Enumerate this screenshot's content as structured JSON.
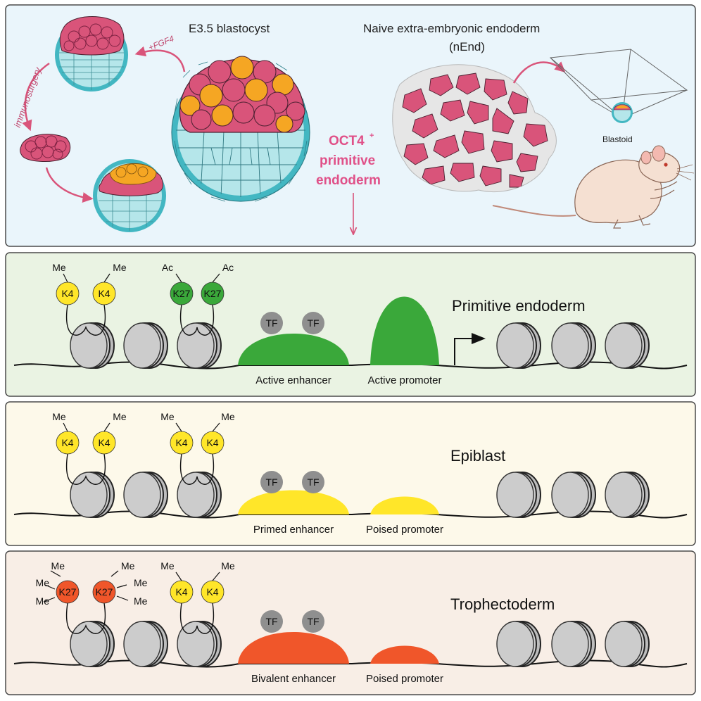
{
  "top": {
    "blastocyst_title": "E3.5 blastocyst",
    "nend_title_line1": "Naive extra-embryonic endoderm",
    "nend_title_line2": "(nEnd)",
    "immunosurgery": "immunosurgery",
    "fgf4": "+FGF4",
    "oct4_line1": "OCT4",
    "oct4_sup": "+",
    "oct4_line2": "primitive",
    "oct4_line3": "endoderm",
    "blastoid": "Blastoid"
  },
  "colors": {
    "pink": "#d9547a",
    "orange": "#f5a623",
    "teal": "#a8e0e4",
    "teal_dark": "#43b7c2",
    "green": "#3aa83a",
    "yellow": "#ffe629",
    "red_orange": "#f0562a",
    "tf_gray": "#8f8f8f"
  },
  "panels": [
    {
      "name": "primitive-endoderm",
      "title": "Primitive endoderm",
      "enhancer_label": "Active enhancer",
      "promoter_label": "Active promoter",
      "tf1": "TF",
      "tf2": "TF",
      "marks_group1": {
        "label1": "K4",
        "label2": "K4",
        "mod1": "Me",
        "mod2": "Me"
      },
      "marks_group2": {
        "label1": "K27",
        "label2": "K27",
        "mod1": "Ac",
        "mod2": "Ac"
      }
    },
    {
      "name": "epiblast",
      "title": "Epiblast",
      "enhancer_label": "Primed enhancer",
      "promoter_label": "Poised promoter",
      "tf1": "TF",
      "tf2": "TF",
      "marks_group1": {
        "label1": "K4",
        "label2": "K4",
        "mod1": "Me",
        "mod2": "Me"
      },
      "marks_group2": {
        "label1": "K4",
        "label2": "K4",
        "mod1": "Me",
        "mod2": "Me"
      }
    },
    {
      "name": "trophectoderm",
      "title": "Trophectoderm",
      "enhancer_label": "Bivalent enhancer",
      "promoter_label": "Poised promoter",
      "tf1": "TF",
      "tf2": "TF",
      "marks_group1": {
        "label1": "K27",
        "label2": "K27",
        "mod": "Me"
      },
      "marks_group2": {
        "label1": "K4",
        "label2": "K4",
        "mod1": "Me",
        "mod2": "Me"
      }
    }
  ]
}
